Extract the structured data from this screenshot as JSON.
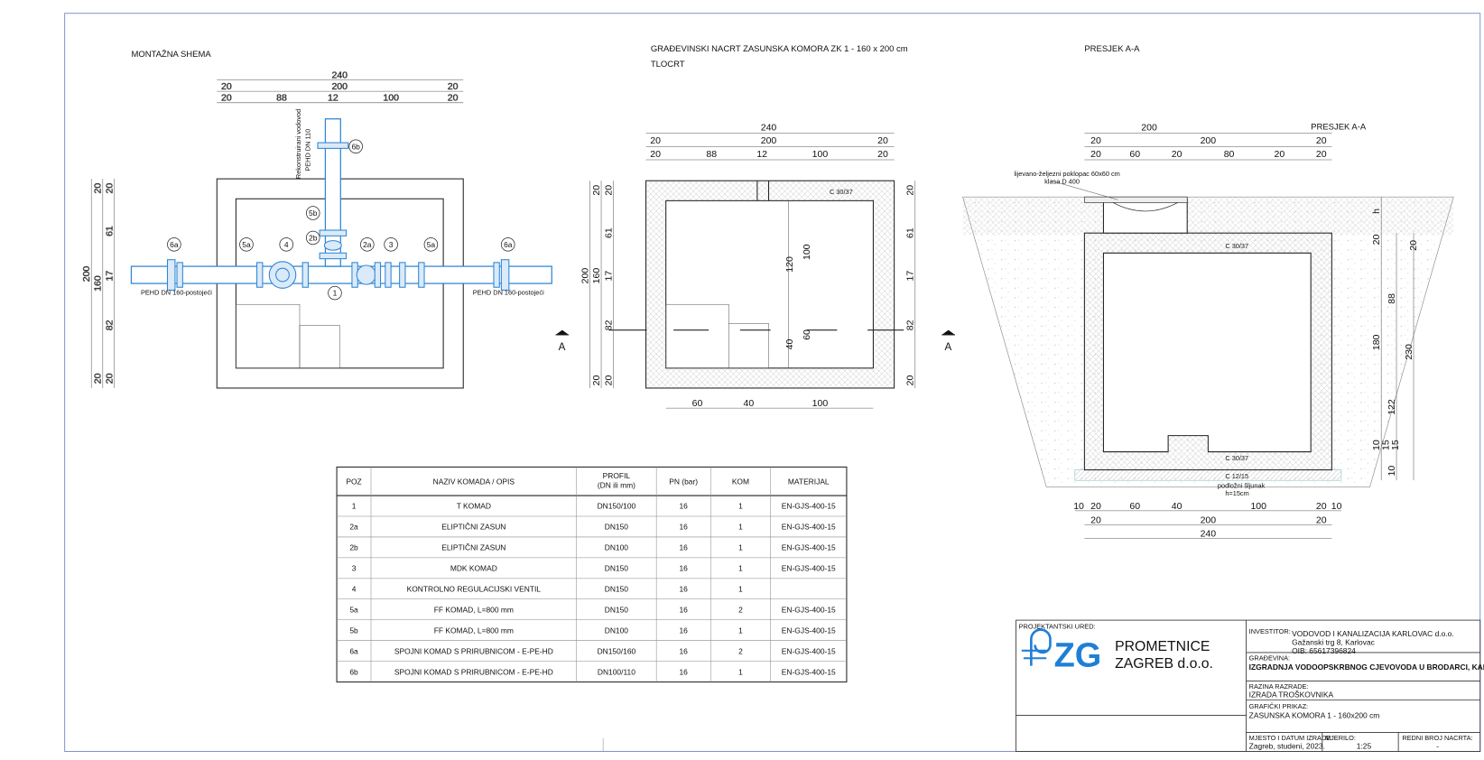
{
  "montazna": {
    "title": "MONTAŽNA SHEMA",
    "vertical_label_1": "Rekonstruirani vodovod",
    "vertical_label_2": "PEHD DN 110",
    "pipe_left_label": "PEHD DN 160-postojeći",
    "pipe_right_label": "PEHD DN 160-postojeći",
    "markers": [
      "6a",
      "5a",
      "4",
      "2a",
      "3",
      "5a",
      "6a",
      "1",
      "5b",
      "2b",
      "6b"
    ],
    "dims": [
      "240",
      "20",
      "200",
      "20",
      "20",
      "88",
      "12",
      "100",
      "20",
      "20",
      "61",
      "17",
      "82",
      "20",
      "20",
      "160",
      "20",
      "200"
    ]
  },
  "tlocrt": {
    "title": "GRAĐEVINSKI NACRT ZASUNSKA KOMORA ZK 1 - 160 x 200 cm",
    "subtitle": "TLOCRT",
    "concrete": "C 30/37",
    "section_mark": "A",
    "dims": [
      "240",
      "20",
      "200",
      "20",
      "20",
      "88",
      "12",
      "100",
      "20",
      "20",
      "61",
      "17",
      "82",
      "20",
      "20",
      "160",
      "20",
      "200",
      "20",
      "61",
      "17",
      "82",
      "20",
      "120",
      "100",
      "40",
      "60",
      "60",
      "40",
      "100"
    ]
  },
  "presjek": {
    "title": "PRESJEK A-A",
    "title2": "PRESJEK A-A",
    "cover_label_1": "lijevano-željezni poklopac 60x60 cm",
    "cover_label_2": "klasa D 400",
    "concrete_top": "C 30/37",
    "concrete_bottom": "C 30/37",
    "base_concrete": "C 12/15",
    "gravel_1": "podložni šljunak",
    "gravel_2": "h=15cm",
    "dims": [
      "200",
      "20",
      "200",
      "20",
      "20",
      "60",
      "20",
      "80",
      "20",
      "20",
      "h",
      "20",
      "20",
      "88",
      "180",
      "230",
      "122",
      "10",
      "15",
      "15",
      "10",
      "10",
      "20",
      "60",
      "40",
      "100",
      "20",
      "10",
      "20",
      "200",
      "20",
      "240"
    ]
  },
  "table": {
    "headers": [
      "POZ",
      "NAZIV KOMADA / OPIS",
      "PROFIL",
      "(DN ili mm)",
      "PN (bar)",
      "KOM",
      "MATERIJAL"
    ],
    "rows": [
      [
        "1",
        "T KOMAD",
        "DN150/100",
        "16",
        "1",
        "EN-GJS-400-15"
      ],
      [
        "2a",
        "ELIPTIČNI ZASUN",
        "DN150",
        "16",
        "1",
        "EN-GJS-400-15"
      ],
      [
        "2b",
        "ELIPTIČNI ZASUN",
        "DN100",
        "16",
        "1",
        "EN-GJS-400-15"
      ],
      [
        "3",
        "MDK KOMAD",
        "DN150",
        "16",
        "1",
        "EN-GJS-400-15"
      ],
      [
        "4",
        "KONTROLNO REGULACIJSKI VENTIL",
        "DN150",
        "16",
        "1",
        ""
      ],
      [
        "5a",
        "FF KOMAD, L=800 mm",
        "DN150",
        "16",
        "2",
        "EN-GJS-400-15"
      ],
      [
        "5b",
        "FF KOMAD, L=800 mm",
        "DN100",
        "16",
        "1",
        "EN-GJS-400-15"
      ],
      [
        "6a",
        "SPOJNI KOMAD S PRIRUBNICOM - E-PE-HD",
        "DN150/160",
        "16",
        "2",
        "EN-GJS-400-15"
      ],
      [
        "6b",
        "SPOJNI KOMAD S PRIRUBNICOM - E-PE-HD",
        "DN100/110",
        "16",
        "1",
        "EN-GJS-400-15"
      ]
    ]
  },
  "title_block": {
    "office_label": "PROJEKTANTSKI URED:",
    "logo_letters": "ZG",
    "company_1": "PROMETNICE",
    "company_2": "ZAGREB d.o.o.",
    "investor_label": "INVESTITOR:",
    "investor_name": "VODOVOD I KANALIZACIJA KARLOVAC d.o.o.",
    "investor_address": "Gažanski trg 8, Karlovac",
    "investor_oib": "OIB:    65617396824",
    "building_label": "GRAĐEVINA:",
    "building": "IZGRADNJA VODOOPSKRBNOG CJEVOVODA U BRODARCI, KARLOVAC",
    "level_label": "RAZINA RAZRADE:",
    "level": "IZRADA TROŠKOVNIKA",
    "drawing_label": "GRAFIČKI PRIKAZ:",
    "drawing": "ZASUNSKA KOMORA 1 - 160x200 cm",
    "place_label": "MJESTO I DATUM IZRADE:",
    "place": "Zagreb, studeni, 2023.",
    "scale_label": "MJERILO:",
    "scale": "1:25",
    "number_label": "REDNI BROJ NACRTA:",
    "number": "-"
  },
  "colors": {
    "pipe": "#2f86d6",
    "frame": "#6b7fc0",
    "logo": "#1f7fd6"
  }
}
